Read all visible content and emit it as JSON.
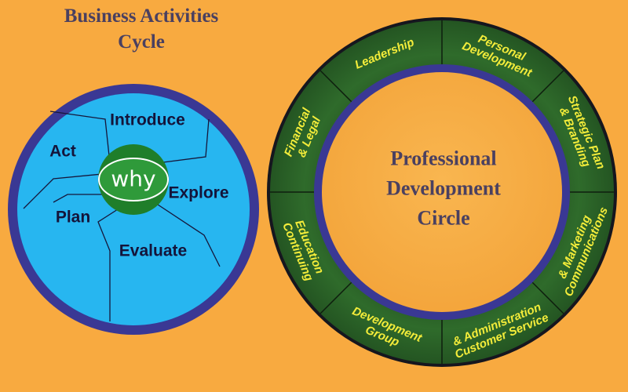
{
  "business_cycle": {
    "title_lines": [
      "Business Activities",
      "Cycle"
    ],
    "center": "why",
    "stages": [
      "Introduce",
      "Explore",
      "Evaluate",
      "Plan",
      "Act"
    ]
  },
  "pd_circle": {
    "title_lines": [
      "Professional",
      "Development",
      "Circle"
    ],
    "segments": [
      {
        "lines": [
          "Leadership"
        ]
      },
      {
        "lines": [
          "Personal",
          "Development"
        ]
      },
      {
        "lines": [
          "Strategic Plan",
          "& Branding"
        ]
      },
      {
        "lines": [
          "Communications",
          "& Marketing"
        ]
      },
      {
        "lines": [
          "Customer Service",
          "& Administration"
        ]
      },
      {
        "lines": [
          "Group",
          "Development"
        ]
      },
      {
        "lines": [
          "Continuing",
          "Education"
        ]
      },
      {
        "lines": [
          "Financial",
          "& Legal"
        ]
      }
    ]
  },
  "colors": {
    "background": "#F8AA40",
    "ring_green": "#2E6C2E",
    "navy_border": "#3A3894",
    "cycle_blue": "#27B6F0",
    "center_green": "#2F9A3A",
    "segment_text": "#F3EC3A",
    "title_text": "#4A4060"
  }
}
